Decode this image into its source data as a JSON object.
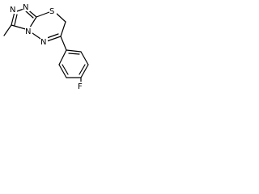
{
  "molecule": {
    "atoms": {
      "n1": "N",
      "n2": "N",
      "n3": "N",
      "n4": "N",
      "s1": "S",
      "f1": "F"
    }
  }
}
